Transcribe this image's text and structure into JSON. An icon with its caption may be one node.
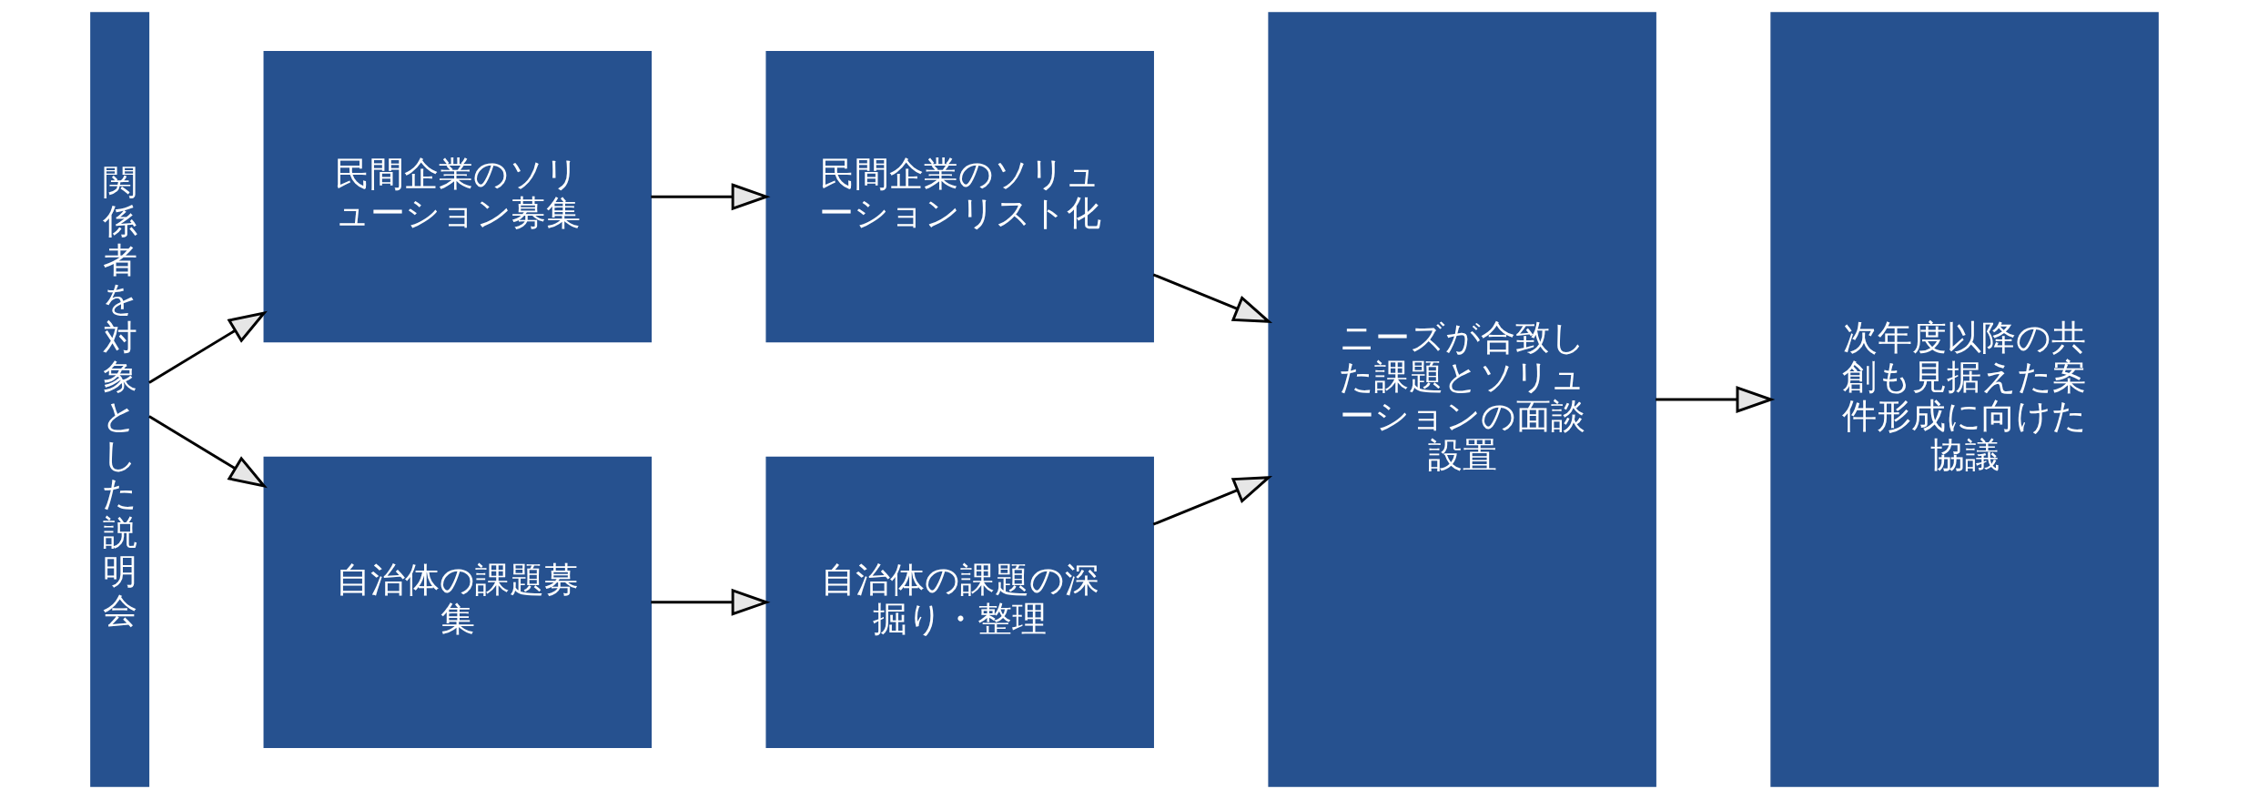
{
  "diagram": {
    "nodes": [
      {
        "text": [
          "関係者を対象とした説明会"
        ]
      },
      {
        "text": [
          "民間企業のソリューション募集"
        ]
      },
      {
        "text": [
          "自治体の課題募集"
        ]
      },
      {
        "text": [
          "民間企業のソリューションリスト化"
        ]
      },
      {
        "text": [
          "自治体の課題の深掘り・整理"
        ]
      },
      {
        "text": [
          "ニーズが合致した課題とソリューションの面談設置"
        ]
      },
      {
        "text": [
          "次年度以降の共創も見据えた案件形成に向けた協議"
        ]
      }
    ],
    "edges": [
      {
        "from": 0,
        "to": 1,
        "arrow": "to"
      },
      {
        "from": 0,
        "to": 2,
        "arrow": "to"
      },
      {
        "from": 1,
        "to": 3,
        "arrow": "to"
      },
      {
        "from": 2,
        "to": 4,
        "arrow": "to"
      },
      {
        "from": 3,
        "to": 5,
        "arrow": "to"
      },
      {
        "from": 4,
        "to": 5,
        "arrow": "to"
      },
      {
        "from": 5,
        "to": 6,
        "arrow": "to"
      }
    ]
  }
}
